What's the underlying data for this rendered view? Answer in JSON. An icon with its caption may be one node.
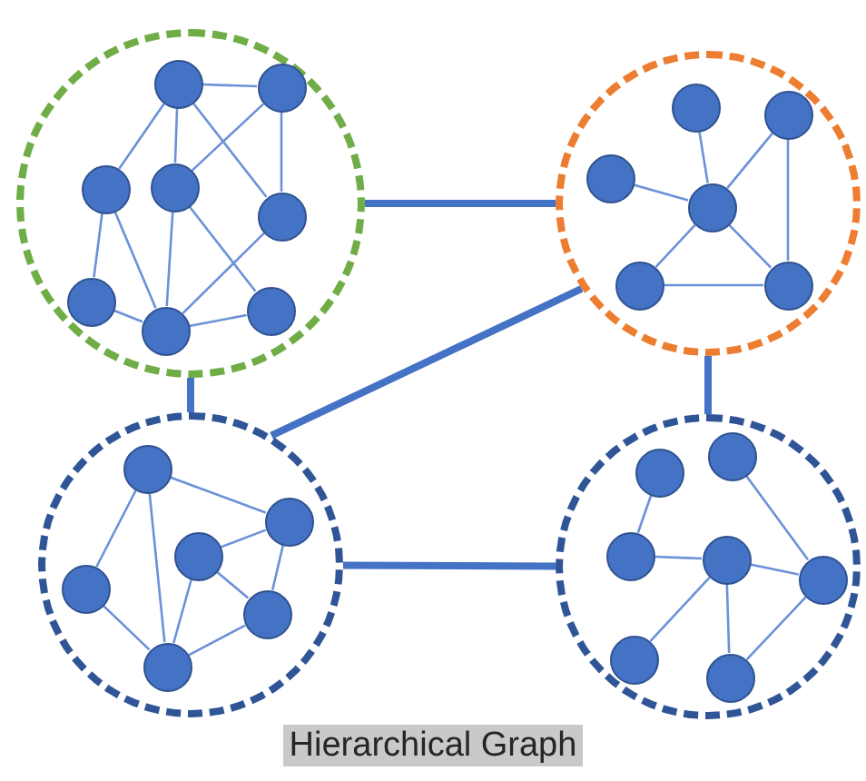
{
  "diagram": {
    "caption": "Hierarchical Graph",
    "nodes": [
      {
        "text": [],
        "shape": "circle"
      },
      {
        "text": [],
        "shape": "circle",
        "in": 0
      },
      {
        "text": [],
        "shape": "circle",
        "in": 0
      },
      {
        "text": [],
        "shape": "circle",
        "in": 0
      },
      {
        "text": [],
        "shape": "circle",
        "in": 0
      },
      {
        "text": [],
        "shape": "circle",
        "in": 0
      },
      {
        "text": [],
        "shape": "circle",
        "in": 0
      },
      {
        "text": [],
        "shape": "circle",
        "in": 0
      },
      {
        "text": [],
        "shape": "circle",
        "in": 0
      },
      {
        "text": [],
        "shape": "circle"
      },
      {
        "text": [],
        "shape": "circle",
        "in": 9
      },
      {
        "text": [],
        "shape": "circle",
        "in": 9
      },
      {
        "text": [],
        "shape": "circle",
        "in": 9
      },
      {
        "text": [],
        "shape": "circle",
        "in": 9
      },
      {
        "text": [],
        "shape": "circle",
        "in": 9
      },
      {
        "text": [],
        "shape": "circle",
        "in": 9
      },
      {
        "text": [],
        "shape": "circle"
      },
      {
        "text": [],
        "shape": "circle",
        "in": 16
      },
      {
        "text": [],
        "shape": "circle",
        "in": 16
      },
      {
        "text": [],
        "shape": "circle",
        "in": 16
      },
      {
        "text": [],
        "shape": "circle",
        "in": 16
      },
      {
        "text": [],
        "shape": "circle",
        "in": 16
      },
      {
        "text": [],
        "shape": "circle",
        "in": 16
      },
      {
        "text": [],
        "shape": "circle"
      },
      {
        "text": [],
        "shape": "circle",
        "in": 23
      },
      {
        "text": [],
        "shape": "circle",
        "in": 23
      },
      {
        "text": [],
        "shape": "circle",
        "in": 23
      },
      {
        "text": [],
        "shape": "circle",
        "in": 23
      },
      {
        "text": [],
        "shape": "circle",
        "in": 23
      },
      {
        "text": [],
        "shape": "circle",
        "in": 23
      },
      {
        "text": [],
        "shape": "circle",
        "in": 23
      }
    ],
    "edges": [
      {
        "from": 0,
        "to": 9,
        "arrow": "none",
        "style": "thick"
      },
      {
        "from": 0,
        "to": 16,
        "arrow": "none",
        "style": "thick"
      },
      {
        "from": 9,
        "to": 16,
        "arrow": "none",
        "style": "thick"
      },
      {
        "from": 9,
        "to": 23,
        "arrow": "none",
        "style": "thick"
      },
      {
        "from": 16,
        "to": 23,
        "arrow": "none",
        "style": "thick"
      },
      {
        "from": 1,
        "to": 2,
        "arrow": "none"
      },
      {
        "from": 1,
        "to": 3,
        "arrow": "none"
      },
      {
        "from": 1,
        "to": 4,
        "arrow": "none"
      },
      {
        "from": 1,
        "to": 5,
        "arrow": "none"
      },
      {
        "from": 2,
        "to": 4,
        "arrow": "none"
      },
      {
        "from": 2,
        "to": 5,
        "arrow": "none"
      },
      {
        "from": 3,
        "to": 6,
        "arrow": "none"
      },
      {
        "from": 3,
        "to": 7,
        "arrow": "none"
      },
      {
        "from": 4,
        "to": 7,
        "arrow": "none"
      },
      {
        "from": 4,
        "to": 8,
        "arrow": "none"
      },
      {
        "from": 5,
        "to": 7,
        "arrow": "none"
      },
      {
        "from": 6,
        "to": 7,
        "arrow": "none"
      },
      {
        "from": 7,
        "to": 8,
        "arrow": "none"
      },
      {
        "from": 10,
        "to": 13,
        "arrow": "none"
      },
      {
        "from": 11,
        "to": 13,
        "arrow": "none"
      },
      {
        "from": 11,
        "to": 15,
        "arrow": "none"
      },
      {
        "from": 12,
        "to": 13,
        "arrow": "none"
      },
      {
        "from": 13,
        "to": 14,
        "arrow": "none"
      },
      {
        "from": 13,
        "to": 15,
        "arrow": "none"
      },
      {
        "from": 14,
        "to": 15,
        "arrow": "none"
      },
      {
        "from": 17,
        "to": 18,
        "arrow": "none"
      },
      {
        "from": 17,
        "to": 20,
        "arrow": "none"
      },
      {
        "from": 17,
        "to": 22,
        "arrow": "none"
      },
      {
        "from": 18,
        "to": 19,
        "arrow": "none"
      },
      {
        "from": 18,
        "to": 21,
        "arrow": "none"
      },
      {
        "from": 19,
        "to": 21,
        "arrow": "none"
      },
      {
        "from": 19,
        "to": 22,
        "arrow": "none"
      },
      {
        "from": 20,
        "to": 22,
        "arrow": "none"
      },
      {
        "from": 21,
        "to": 22,
        "arrow": "none"
      },
      {
        "from": 24,
        "to": 26,
        "arrow": "none"
      },
      {
        "from": 25,
        "to": 28,
        "arrow": "none"
      },
      {
        "from": 26,
        "to": 27,
        "arrow": "none"
      },
      {
        "from": 27,
        "to": 28,
        "arrow": "none"
      },
      {
        "from": 27,
        "to": 29,
        "arrow": "none"
      },
      {
        "from": 27,
        "to": 30,
        "arrow": "none"
      },
      {
        "from": 28,
        "to": 30,
        "arrow": "none"
      }
    ]
  }
}
